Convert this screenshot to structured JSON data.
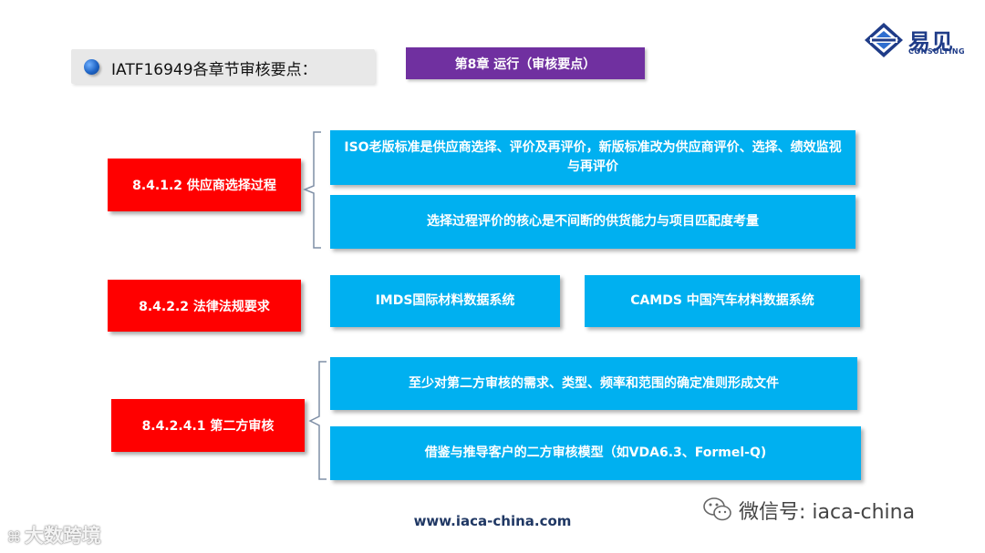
{
  "header": {
    "title": "IATF16949各章节审核要点：",
    "chapter": "第8章  运行（审核要点）"
  },
  "logo": {
    "name": "易见",
    "sub": "CONSULTING"
  },
  "sections": [
    {
      "label": "8.4.1.2 供应商选择过程",
      "items": [
        "ISO老版标准是供应商选择、评价及再评价，新版标准改为供应商评价、选择、绩效监视与再评价",
        "选择过程评价的核心是不间断的供货能力与项目匹配度考量"
      ]
    },
    {
      "label": "8.4.2.2 法律法规要求",
      "items": [
        "IMDS国际材料数据系统",
        "CAMDS 中国汽车材料数据系统"
      ]
    },
    {
      "label": "8.4.2.4.1 第二方审核",
      "items": [
        "至少对第二方审核的需求、类型、频率和范围的确定准则形成文件",
        "借鉴与推导客户的二方审核模型（如VDA6.3、Formel-Q)"
      ]
    }
  ],
  "footer": {
    "website": "www.iaca-china.com",
    "wechat": "微信号: iaca-china",
    "watermark": "大数跨境"
  },
  "colors": {
    "red": "#ff0000",
    "cyan": "#00b0f0",
    "purple": "#7030a0",
    "logo_blue": "#1f3c88"
  }
}
